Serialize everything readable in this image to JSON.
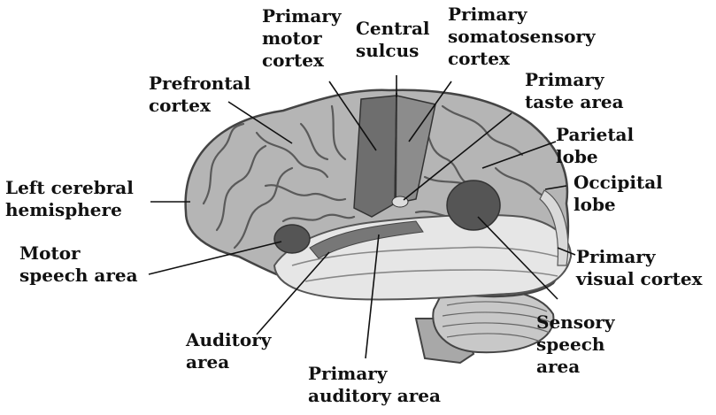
{
  "labels": {
    "primary_motor_cortex": [
      "Primary",
      "motor",
      "cortex"
    ],
    "central_sulcus": [
      "Central",
      "sulcus"
    ],
    "primary_somatosensory_cortex": [
      "Primary",
      "somatosensory",
      "cortex"
    ],
    "prefrontal_cortex": [
      "Prefrontal",
      "cortex"
    ],
    "primary_taste_area": [
      "Primary",
      "taste area"
    ],
    "parietal_lobe": [
      "Parietal",
      "lobe"
    ],
    "left_cerebral_hemisphere": [
      "Left cerebral",
      "hemisphere"
    ],
    "occipital_lobe": [
      "Occipital",
      "lobe"
    ],
    "motor_speech_area": [
      "Motor",
      "speech area"
    ],
    "primary_visual_cortex": [
      "Primary",
      "visual cortex"
    ],
    "auditory_area": [
      "Auditory",
      "area"
    ],
    "sensory_speech_area": [
      "Sensory",
      "speech",
      "area"
    ],
    "primary_auditory_area": [
      "Primary",
      "auditory area"
    ]
  },
  "colors": {
    "cortex": "#b5b5b5",
    "gyri_lines": "#5a5a5a",
    "motor_strip": "#6e6e6e",
    "sensory_strip": "#8c8c8c",
    "temporal_lobe": "#e6e6e6",
    "cerebellum": "#c8c8c8",
    "brainstem": "#a8a8a8",
    "speech_area": "#555555",
    "leader_line": "#111111"
  }
}
